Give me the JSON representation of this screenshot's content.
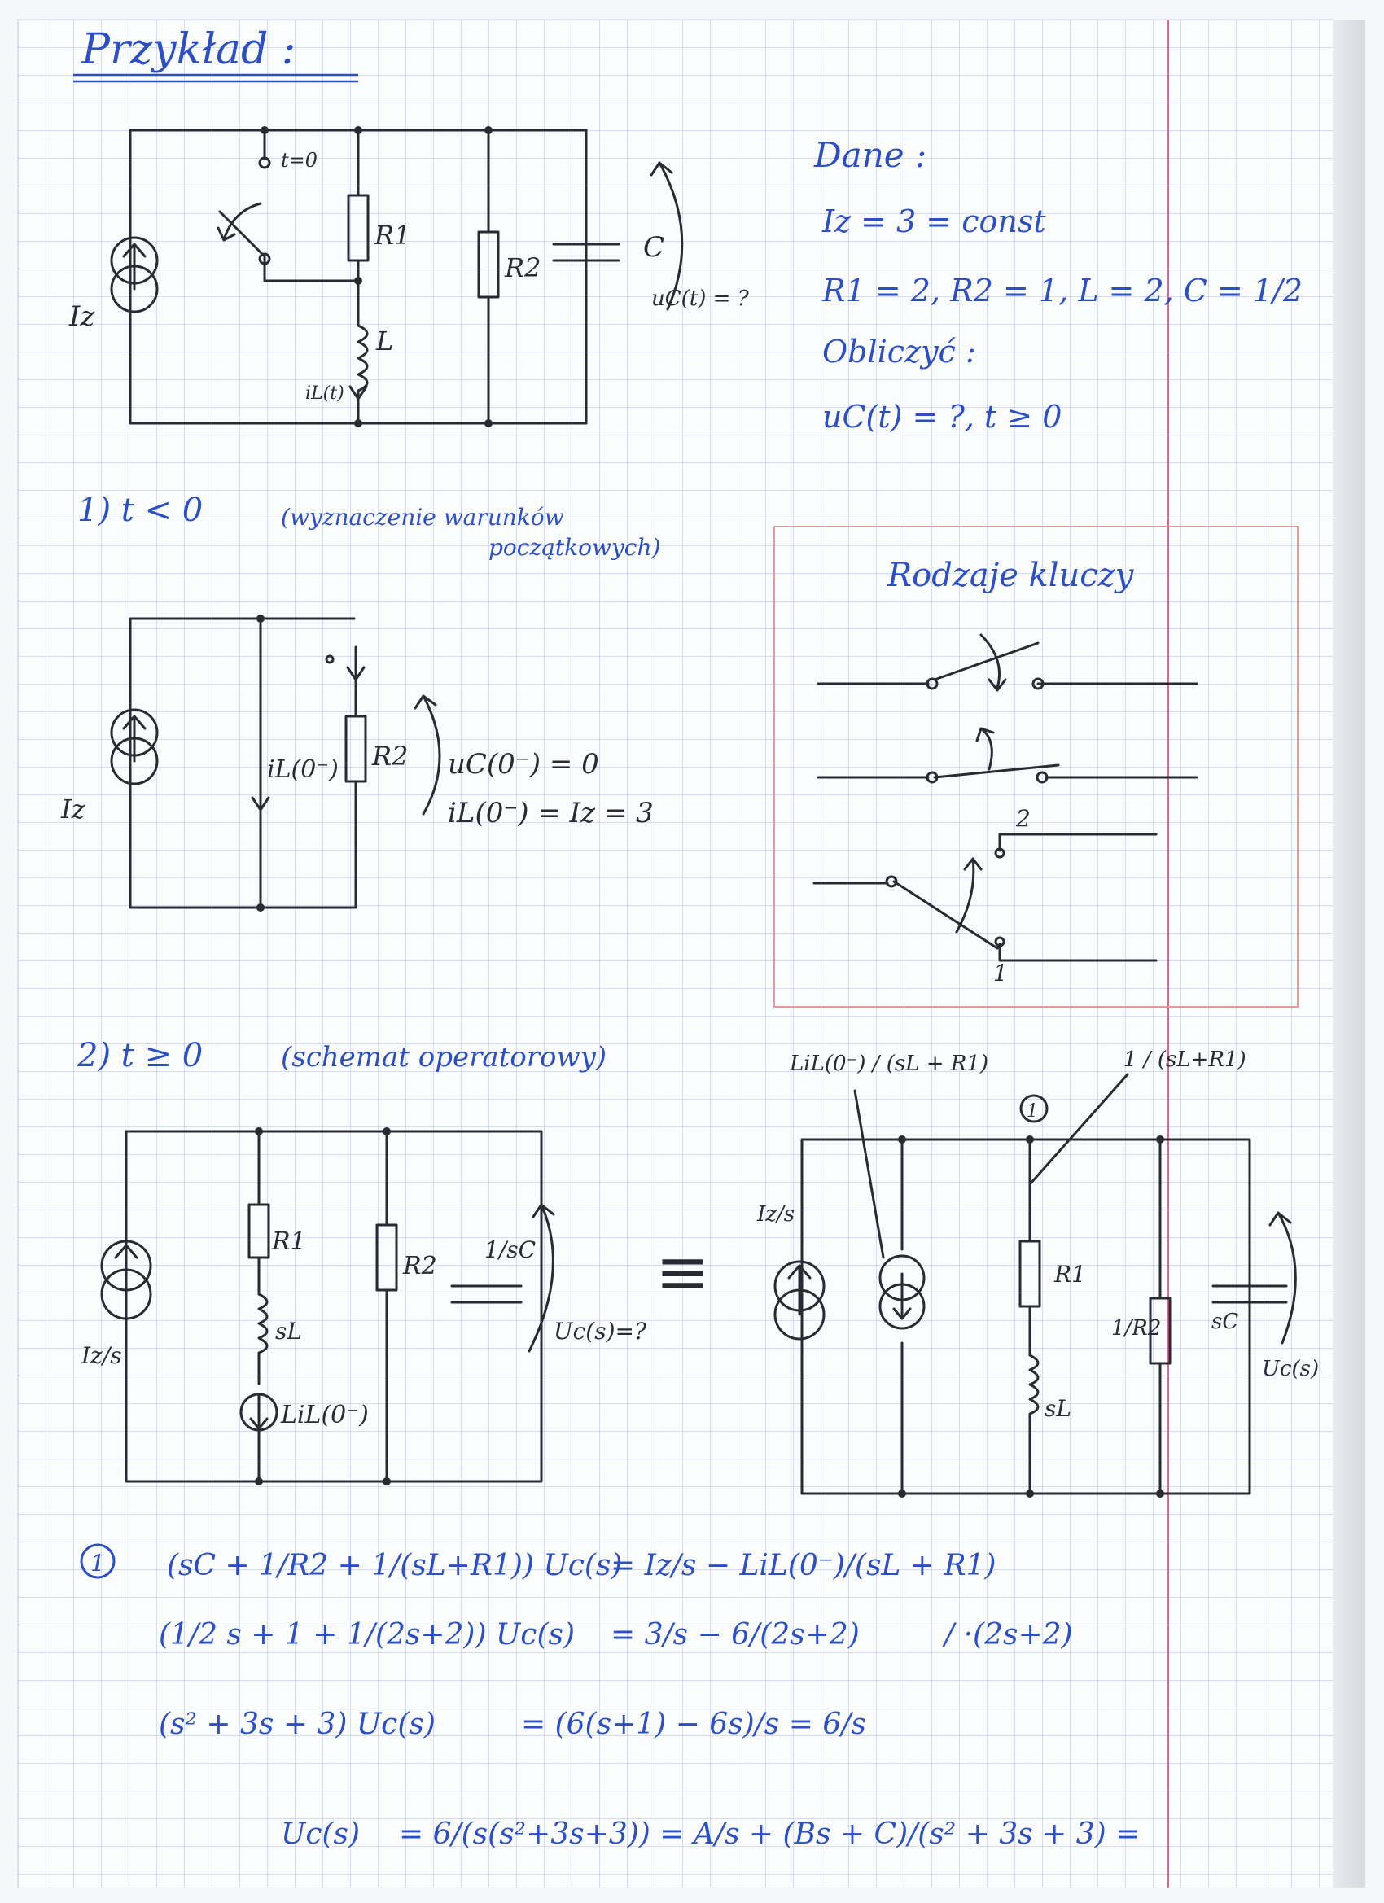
{
  "heading": {
    "title": "Przykład :"
  },
  "given": {
    "label": "Dane :",
    "source": "Iz = 3 = const",
    "values": "R1 = 2, R2 = 1, L = 2, C = 1/2",
    "task_label": "Obliczyć :",
    "task": "uC(t) = ?,  t ≥ 0"
  },
  "circuit1": {
    "switch": "t=0",
    "source": "Iz",
    "r1": "R1",
    "r2": "R2",
    "inductor": "L",
    "capacitor": "C",
    "current": "iL(t)",
    "voltage": "uC(t) = ?"
  },
  "step1": {
    "heading": "1) t < 0",
    "note_line1": "(wyznaczenie warunków",
    "note_line2": "początkowych)",
    "source": "Iz",
    "current": "iL(0⁻)",
    "r2": "R2",
    "eq1": "uC(0⁻) = 0",
    "eq2": "iL(0⁻) = Iz = 3"
  },
  "keys": {
    "title": "Rodzaje kluczy",
    "pos2": "2",
    "pos1": "1"
  },
  "step2": {
    "heading": "2) t ≥ 0",
    "note": "(schemat operatorowy)",
    "source": "Iz/s",
    "r1": "R1",
    "inductor": "sL",
    "r2": "R2",
    "cap": "1/sC",
    "vsrc": "LiL(0⁻)",
    "voltage": "Uc(s)=?"
  },
  "equivalent": {
    "equiv_sign": "≡",
    "src": "Iz/s",
    "src2": "LiL(0⁻) / (sL + R1)",
    "node": "1",
    "cond": "1 / (sL+R1)",
    "r1": "R1",
    "inductor": "sL",
    "g2": "1/R2",
    "cap": "sC",
    "voltage": "Uc(s)"
  },
  "equations": {
    "node": "1",
    "eq1_left": "(sC + 1/R2 + 1/(sL+R1)) Uc(s)",
    "eq1_right": "= Iz/s − LiL(0⁻)/(sL + R1)",
    "eq2_left": "(1/2 s + 1 + 1/(2s+2)) Uc(s)",
    "eq2_right": "= 3/s − 6/(2s+2)",
    "eq2_mult": "/ ·(2s+2)",
    "eq3_left": "(s² + 3s + 3) Uc(s)",
    "eq3_right": "= (6(s+1) − 6s)/s = 6/s",
    "eq4_left": "Uc(s)",
    "eq4_right": "= 6/(s(s²+3s+3)) = A/s + (Bs + C)/(s² + 3s + 3) ="
  },
  "colors": {
    "ink": "#2a2a33",
    "pen_blue": "#2c4fc4",
    "margin": "#d9669b",
    "box": "#e69a9a"
  }
}
